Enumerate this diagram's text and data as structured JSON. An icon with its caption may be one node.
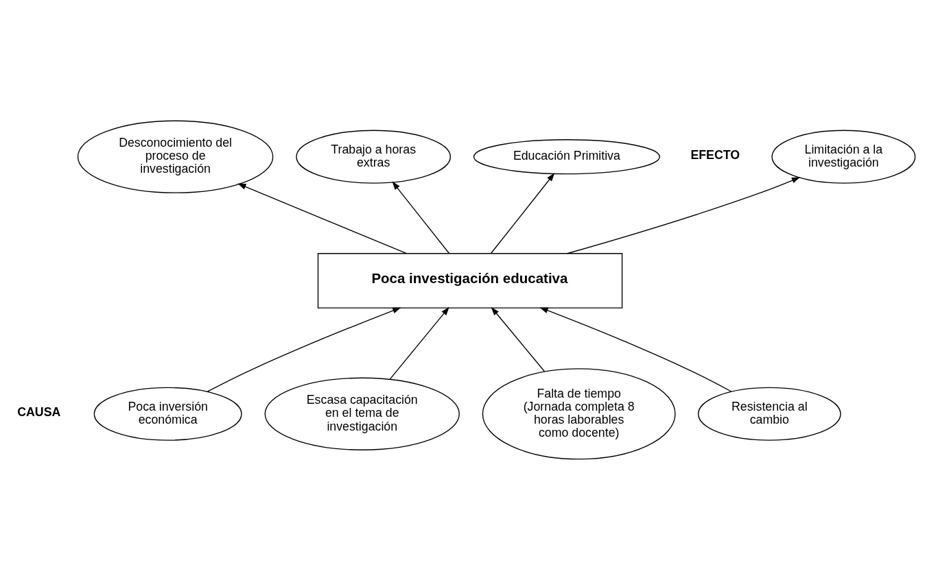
{
  "diagram": {
    "nodes": [
      {
        "text": [
          "Limitación a la investigación"
        ]
      },
      {
        "text": [
          "Desconocimiento del proceso de investigación"
        ]
      },
      {
        "text": [
          "Trabajo a horas extras"
        ]
      },
      {
        "text": [
          "Educación Primitiva"
        ]
      },
      {
        "text": [
          "Poca investigación educativa"
        ]
      },
      {
        "text": [
          "Poca inversión económica"
        ]
      },
      {
        "text": [
          "Escasa capacitación en el tema de investigación"
        ]
      },
      {
        "text": [
          "Falta de tiempo (Jornada completa 8 horas laborables como docente)"
        ]
      },
      {
        "text": [
          "Resistencia al cambio"
        ]
      }
    ],
    "edges": [
      {
        "from": 5,
        "to": 4,
        "arrow": "to"
      },
      {
        "from": 6,
        "to": 4,
        "arrow": "to"
      },
      {
        "from": 7,
        "to": 4,
        "arrow": "to"
      },
      {
        "from": 8,
        "to": 4,
        "arrow": "to"
      },
      {
        "from": 4,
        "to": 0,
        "arrow": "to"
      },
      {
        "from": 4,
        "to": 1,
        "arrow": "to"
      },
      {
        "from": 4,
        "to": 2,
        "arrow": "to"
      },
      {
        "from": 4,
        "to": 3,
        "arrow": "to"
      }
    ],
    "labels": [
      "EFECTO",
      "CAUSA"
    ]
  }
}
